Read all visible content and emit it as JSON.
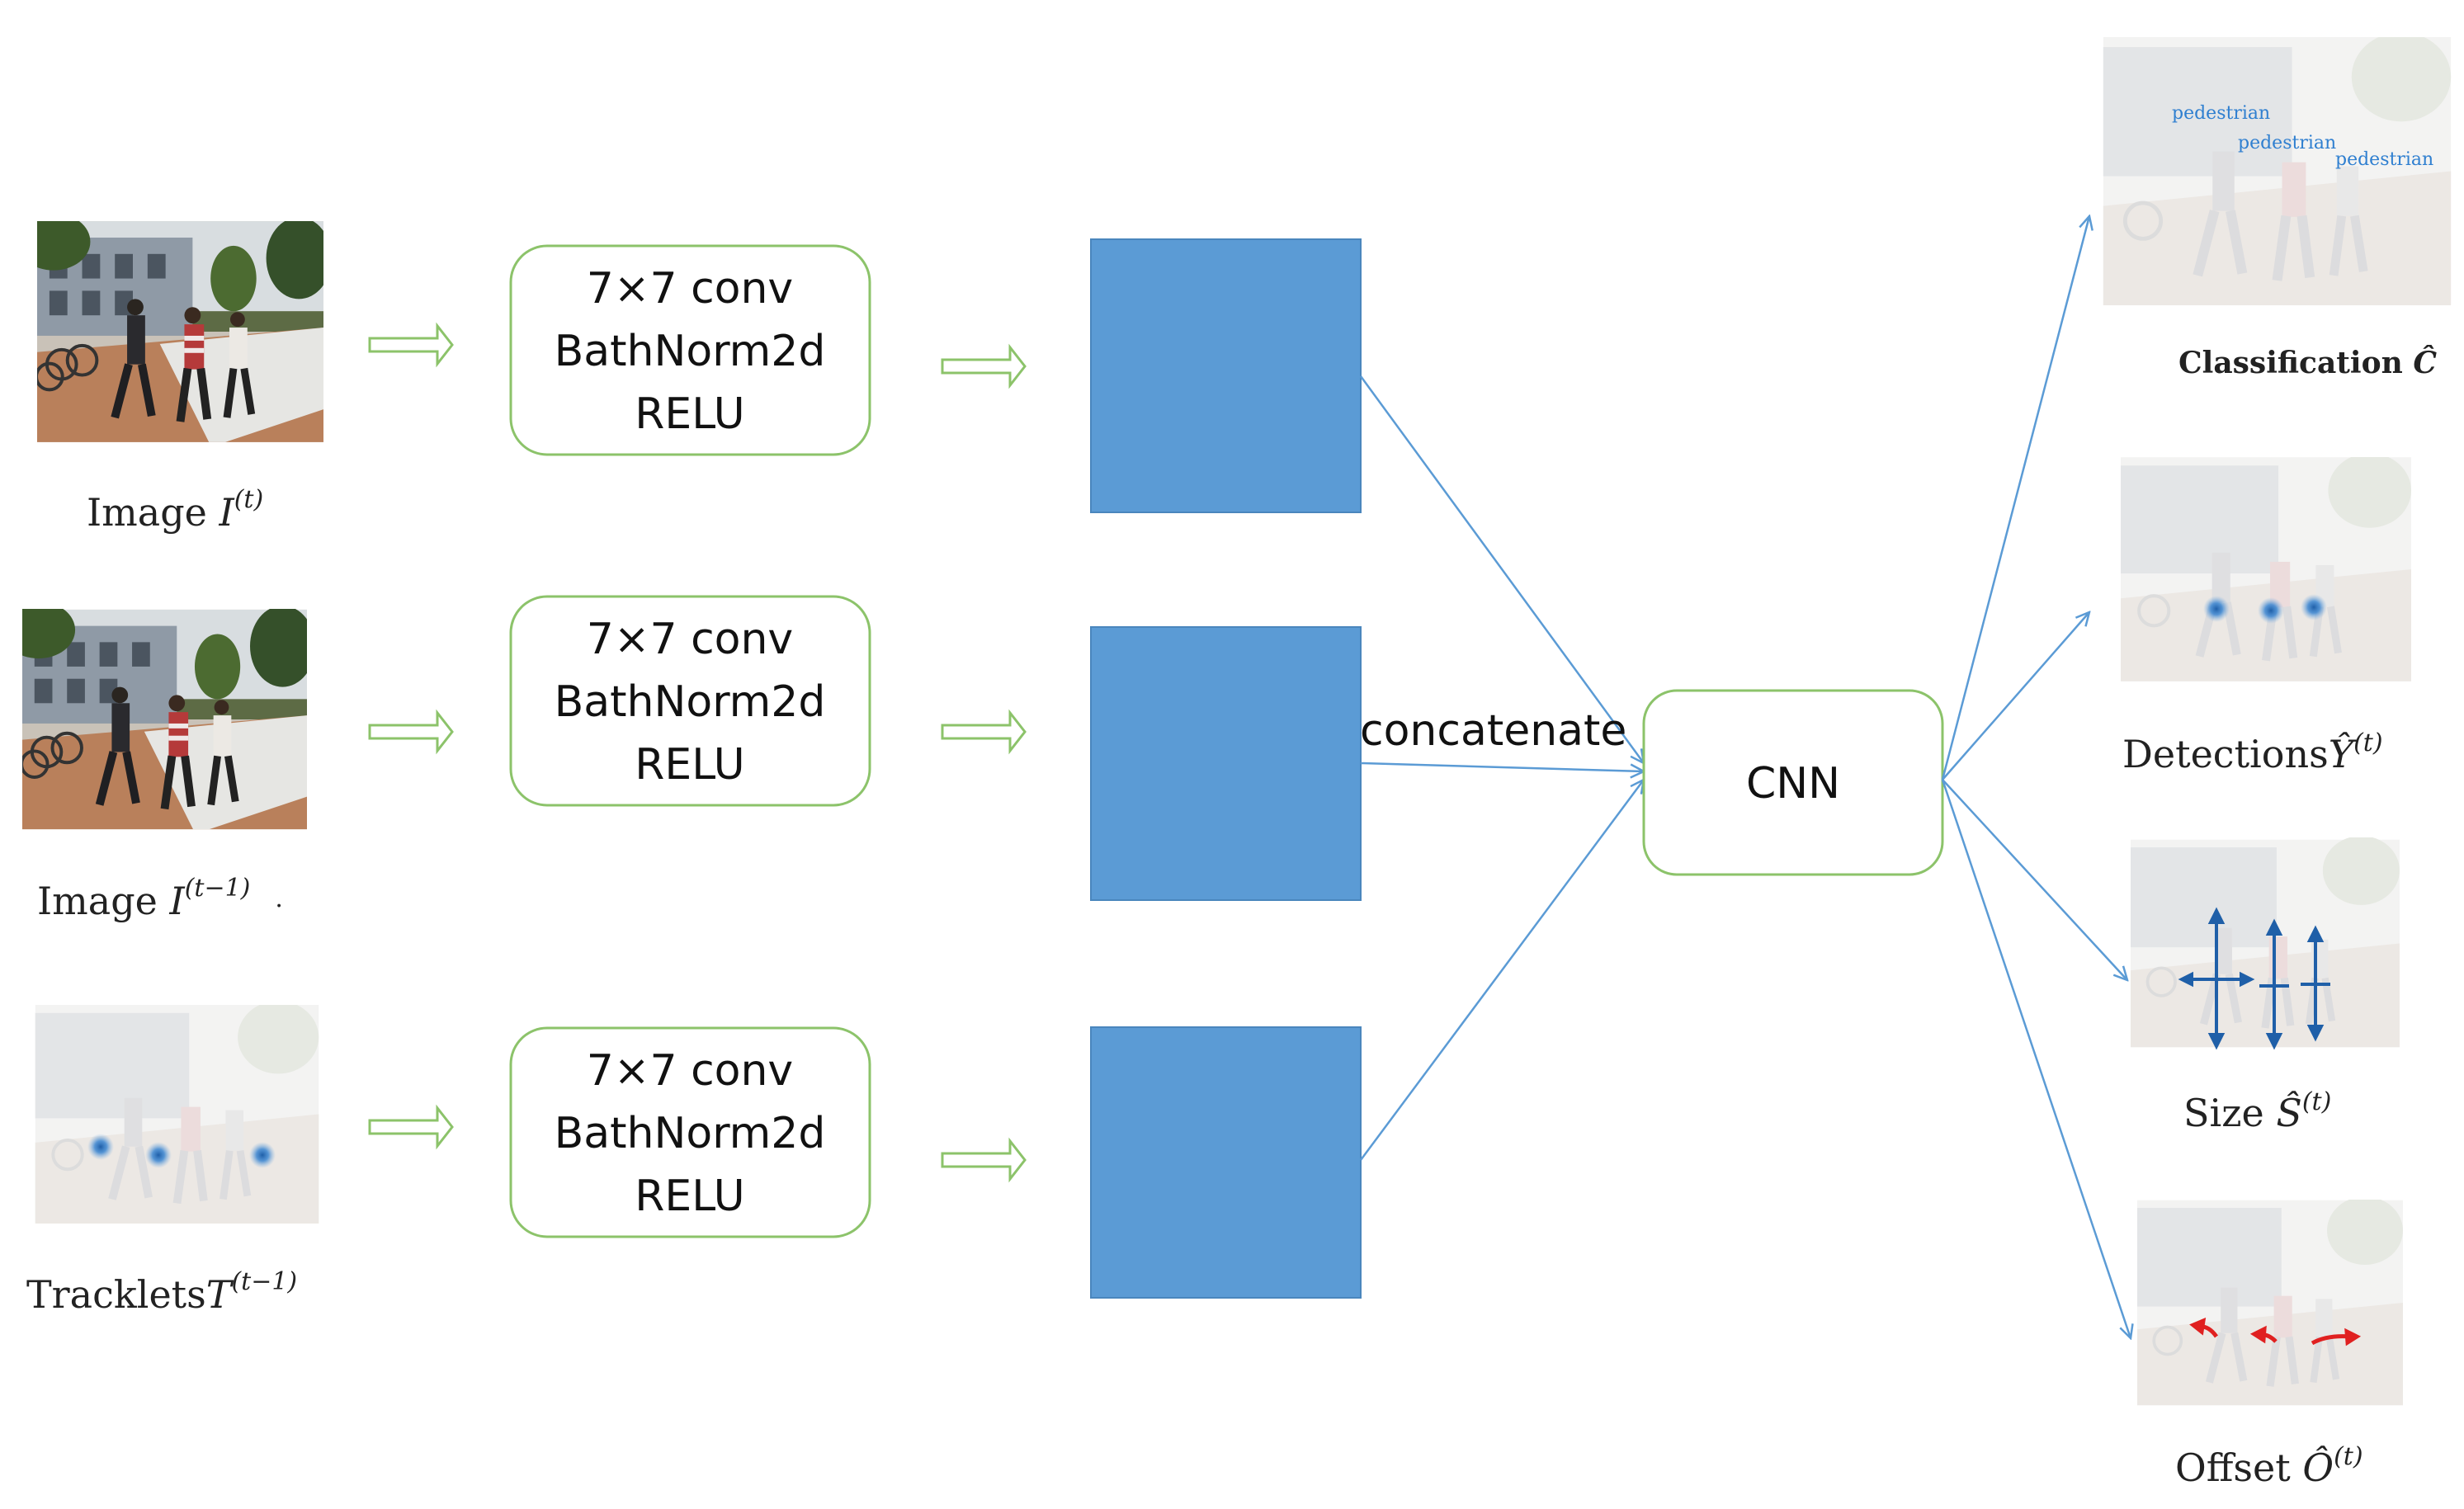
{
  "colors": {
    "box_border": "#8cc36a",
    "arrow_hollow": "#8cc36a",
    "feature_block": "#5b9bd5",
    "feature_block_border": "#4a86bd",
    "connector": "#5b9bd5",
    "tag_text": "#2f7fd0",
    "offset_arrow": "#e02020",
    "detection_dot": "#1f5fa8"
  },
  "inputs": [
    {
      "label": "Image ",
      "symbol": "I",
      "superscript": "(t)"
    },
    {
      "label": "Image ",
      "symbol": "I",
      "superscript": "(t−1)",
      "trailing": "·"
    },
    {
      "label": "Tracklets",
      "symbol": "T",
      "superscript": "(t−1)"
    }
  ],
  "conv_boxes": [
    {
      "line1": "7×7 conv",
      "line2": "BathNorm2d",
      "line3": "RELU"
    },
    {
      "line1": "7×7 conv",
      "line2": "BathNorm2d",
      "line3": "RELU"
    },
    {
      "line1": "7×7 conv",
      "line2": "BathNorm2d",
      "line3": "RELU"
    }
  ],
  "concat_label": "concatenate",
  "cnn_label": "CNN",
  "outputs": [
    {
      "label": "Classification ",
      "symbol": "Ĉ",
      "superscript": ""
    },
    {
      "label": "Detections",
      "symbol": "Ŷ",
      "superscript": "(t)"
    },
    {
      "label": "Size ",
      "symbol": "Ŝ",
      "superscript": "(t)"
    },
    {
      "label": "Offset ",
      "symbol": "Ô",
      "superscript": "(t)"
    }
  ],
  "classification_tags": [
    "pedestrian",
    "pedestrian",
    "pedestrian"
  ],
  "icons": [
    "photo-street-scene-icon",
    "heatmap-dots-icon",
    "size-crosshair-icon",
    "offset-arrows-icon"
  ]
}
